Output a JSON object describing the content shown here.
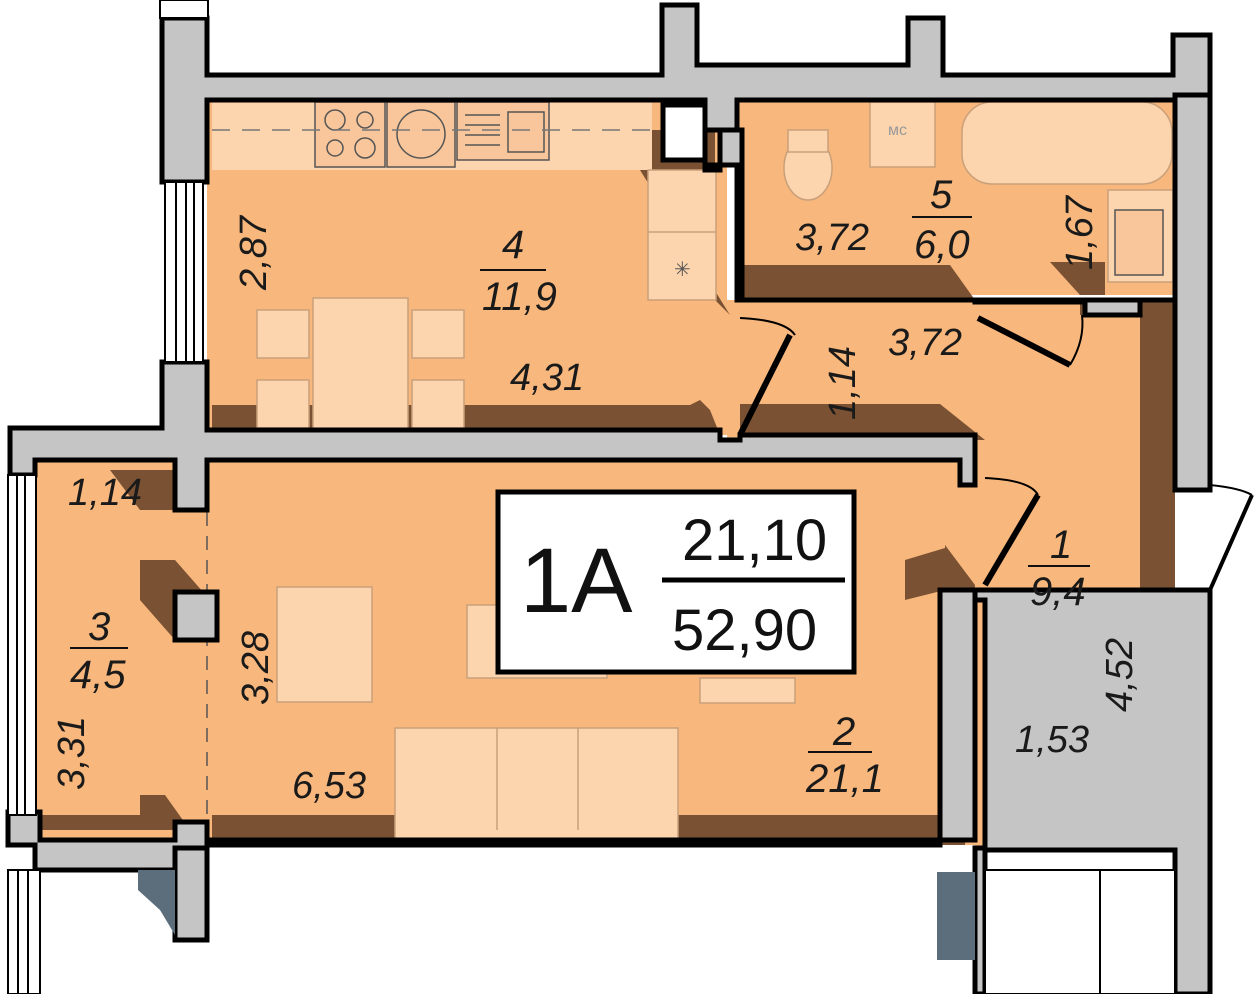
{
  "apartment": {
    "type": "1А",
    "living_area": "21,10",
    "total_area": "52,90"
  },
  "rooms": [
    {
      "number": "1",
      "area": "9,4"
    },
    {
      "number": "2",
      "area": "21,1"
    },
    {
      "number": "3",
      "area": "4,5"
    },
    {
      "number": "4",
      "area": "11,9"
    },
    {
      "number": "5",
      "area": "6,0"
    }
  ],
  "dimensions": {
    "kitchen_height": "2,87",
    "kitchen_width": "4,31",
    "bath_width": "3,72",
    "bath_height": "1,67",
    "hall_width": "3,72",
    "kitchen_door": "1,14",
    "balcony_top": "1,14",
    "balcony_height": "3,31",
    "living_height": "3,28",
    "living_width": "6,53",
    "hall_height": "4,52",
    "closet_width": "1,53"
  },
  "colors": {
    "floor": "#f8b77c",
    "floor_light": "#fbc896",
    "shadow": "#7a5233",
    "wall": "#c5c5c5",
    "wall_stroke": "#000000",
    "furniture": "#fcd4ae",
    "window_shade": "#5c6e7c"
  }
}
